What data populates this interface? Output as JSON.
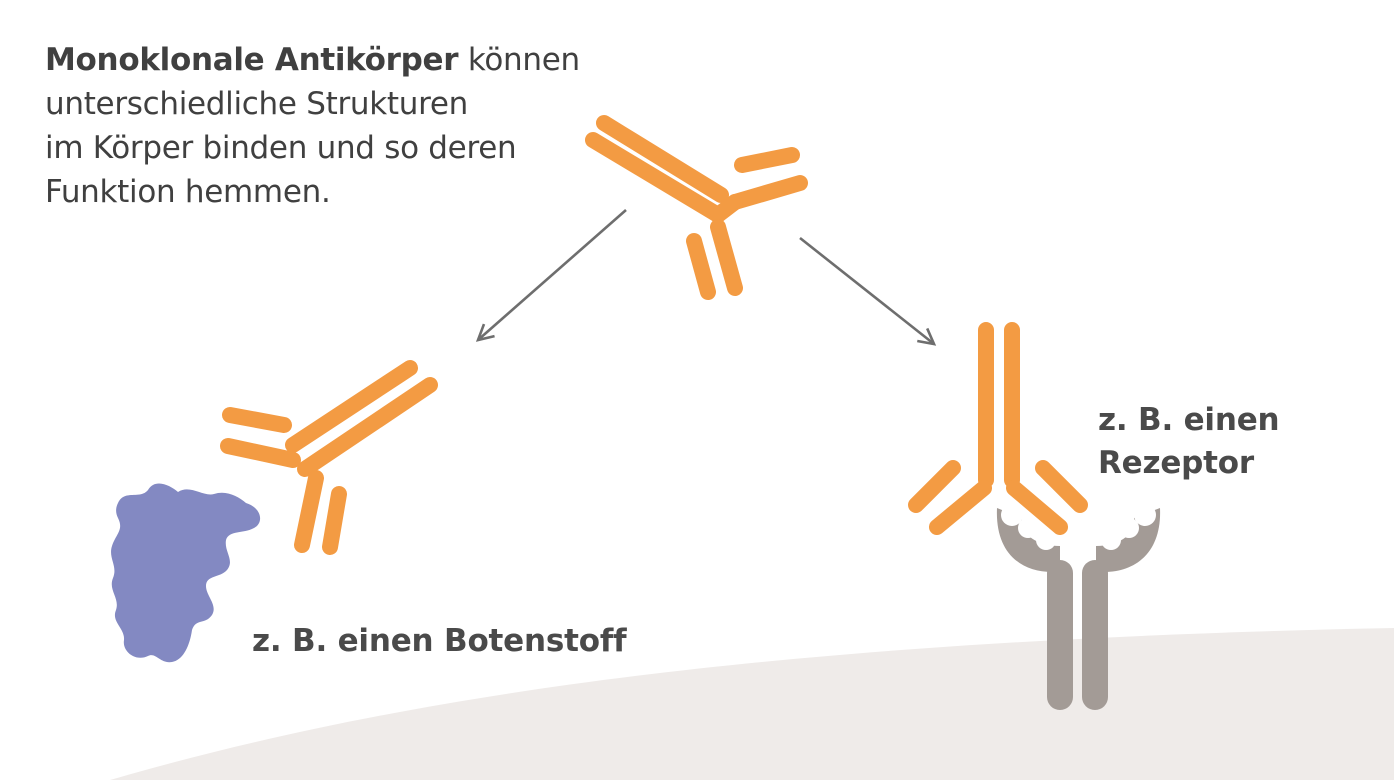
{
  "intro": {
    "bold": "Monoklonale Antikörper",
    "rest": "können",
    "line2": "unterschiedliche Strukturen",
    "line3": "im Körper binden und so deren",
    "line4": "Funktion hemmen."
  },
  "labels": {
    "botenstoff": "z. B. einen Botenstoff",
    "rezeptor_line1": "z. B. einen",
    "rezeptor_line2": "Rezeptor"
  },
  "colors": {
    "antibody": "#f39b43",
    "messenger": "#8389c2",
    "receptor": "#a39b96",
    "cell_surface": "#efebe9",
    "arrow": "#6e6e6e"
  },
  "icons": [
    "antibody-icon",
    "messenger-molecule-icon",
    "receptor-icon",
    "arrow-icon"
  ]
}
